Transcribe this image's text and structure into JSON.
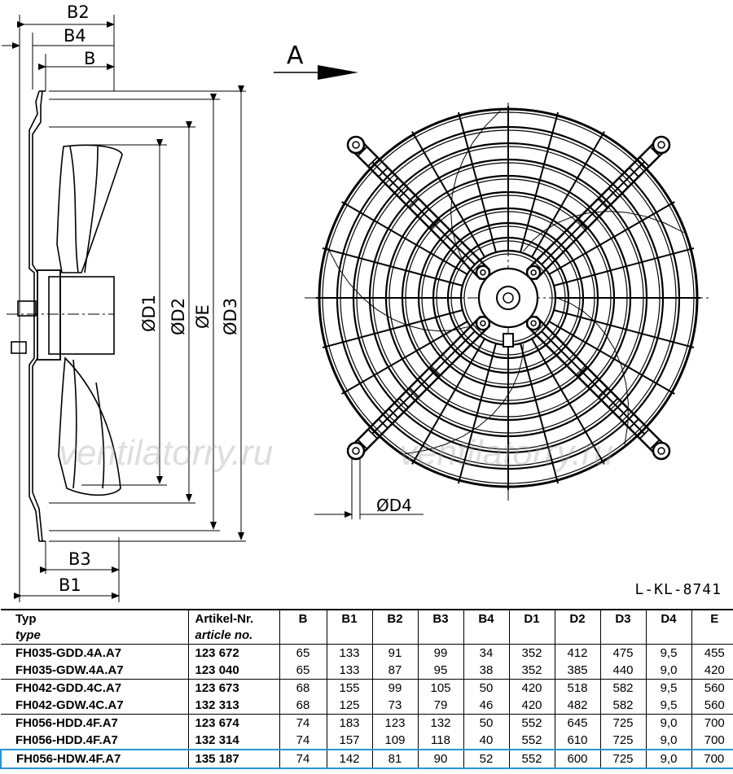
{
  "drawing": {
    "side_labels": {
      "B2": "B2",
      "B4": "B4",
      "B": "B",
      "B3": "B3",
      "B1": "B1",
      "D1": "ØD1",
      "D2": "ØD2",
      "E": "ØE",
      "D3": "ØD3"
    },
    "view_label": "A",
    "front_labels": {
      "D4": "ØD4"
    },
    "doc_code": "L-KL-8741",
    "watermark": "ventilatorry.ru"
  },
  "table": {
    "header_main": [
      "Typ",
      "Artikel-Nr.",
      "B",
      "B1",
      "B2",
      "B3",
      "B4",
      "D1",
      "D2",
      "D3",
      "D4",
      "E"
    ],
    "header_sub": [
      "type",
      "article no."
    ],
    "rows": [
      {
        "typ": "FH035-GDD.4A.A7",
        "art": "123 672",
        "B": "65",
        "B1": "133",
        "B2": "91",
        "B3": "99",
        "B4": "34",
        "D1": "352",
        "D2": "412",
        "D3": "475",
        "D4": "9,5",
        "E": "455"
      },
      {
        "typ": "FH035-GDW.4A.A7",
        "art": "123 040",
        "B": "65",
        "B1": "133",
        "B2": "87",
        "B3": "95",
        "B4": "38",
        "D1": "352",
        "D2": "385",
        "D3": "440",
        "D4": "9,0",
        "E": "420"
      },
      {
        "typ": "FH042-GDD.4C.A7",
        "art": "123 673",
        "B": "68",
        "B1": "155",
        "B2": "99",
        "B3": "105",
        "B4": "50",
        "D1": "420",
        "D2": "518",
        "D3": "582",
        "D4": "9,5",
        "E": "560"
      },
      {
        "typ": "FH042-GDW.4C.A7",
        "art": "132 313",
        "B": "68",
        "B1": "125",
        "B2": "73",
        "B3": "79",
        "B4": "46",
        "D1": "420",
        "D2": "482",
        "D3": "582",
        "D4": "9,5",
        "E": "560"
      },
      {
        "typ": "FH056-HDD.4F.A7",
        "art": "123 674",
        "B": "74",
        "B1": "183",
        "B2": "123",
        "B3": "132",
        "B4": "50",
        "D1": "552",
        "D2": "645",
        "D3": "725",
        "D4": "9,0",
        "E": "700"
      },
      {
        "typ": "FH056-HDD.4F.A7",
        "art": "132 314",
        "B": "74",
        "B1": "157",
        "B2": "109",
        "B3": "118",
        "B4": "40",
        "D1": "552",
        "D2": "610",
        "D3": "725",
        "D4": "9,0",
        "E": "700"
      },
      {
        "typ": "FH056-HDW.4F.A7",
        "art": "135 187",
        "B": "74",
        "B1": "142",
        "B2": "81",
        "B3": "90",
        "B4": "52",
        "D1": "552",
        "D2": "600",
        "D3": "725",
        "D4": "9,0",
        "E": "700"
      }
    ]
  }
}
